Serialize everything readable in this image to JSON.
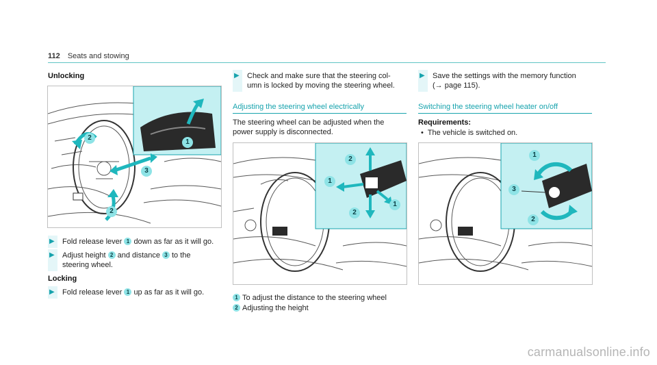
{
  "header": {
    "page_number": "112",
    "section": "Seats and stowing"
  },
  "col1": {
    "heading_unlocking": "Unlocking",
    "step1": {
      "a": "Fold release lever",
      "num1": "1",
      "b": "down as far as it will go."
    },
    "step2": {
      "a": "Adjust height",
      "num2": "2",
      "b": "and distance",
      "num3": "3",
      "c": "to the",
      "line2": "steering wheel."
    },
    "heading_locking": "Locking",
    "step3": {
      "a": "Fold release lever",
      "num1": "1",
      "b": "up as far as it will go."
    },
    "figure_callouts": [
      "1",
      "2",
      "2",
      "3"
    ]
  },
  "col2": {
    "step_check": {
      "line1": "Check and make sure that the steering col-",
      "line2": "umn is locked by moving the steering wheel."
    },
    "heading": "Adjusting the steering wheel electrically",
    "para": {
      "line1": "The steering wheel can be adjusted when the",
      "line2": "power supply is disconnected."
    },
    "legend": [
      {
        "num": "1",
        "text": "To adjust the distance to the steering wheel"
      },
      {
        "num": "2",
        "text": "Adjusting the height"
      }
    ],
    "figure_callouts": [
      "2",
      "1",
      "2",
      "1"
    ]
  },
  "col3": {
    "step_save": {
      "line1": "Save the settings with the memory function",
      "line2": "(→ page 115)."
    },
    "heading": "Switching the steering wheel heater on/off",
    "requirements_heading": "Requirements:",
    "requirement": "The vehicle is switched on.",
    "figure_callouts": [
      "1",
      "3",
      "2"
    ]
  },
  "watermark": "carmanualsonline.info",
  "colors": {
    "accent": "#17a3ad",
    "panel": "#c4f0f2",
    "marker": "#8ee3e6"
  }
}
